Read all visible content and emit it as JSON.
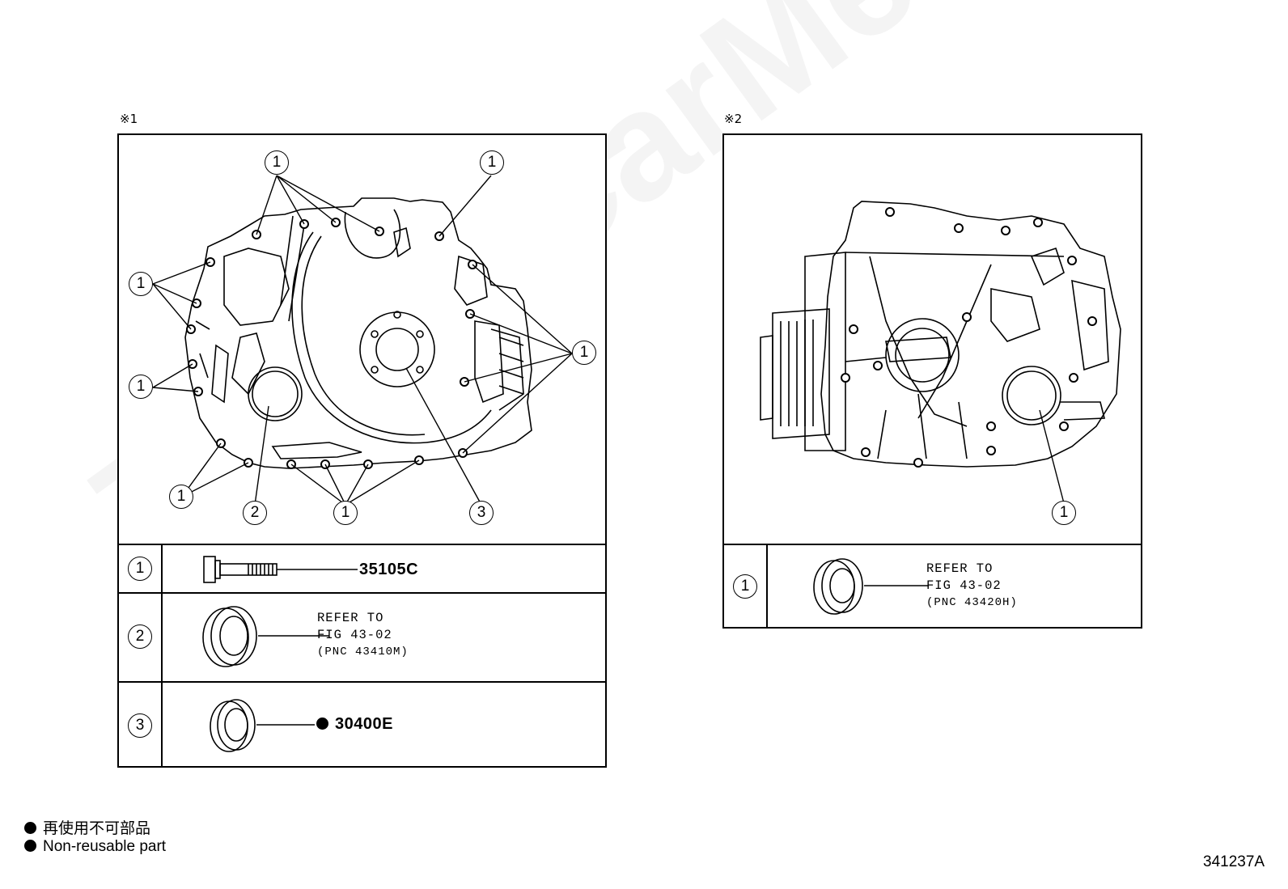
{
  "watermark": "ToyotaCarMe.ru",
  "diagram1": {
    "marker": "※1",
    "callouts": [
      "1",
      "1",
      "1",
      "1",
      "1",
      "1",
      "1",
      "1",
      "2",
      "1",
      "3"
    ],
    "rows": [
      {
        "num": "1",
        "part_number": "35105C"
      },
      {
        "num": "2",
        "ref_line1": "REFER TO",
        "ref_line2": "FIG 43-02",
        "ref_line3": "(PNC 43410M)"
      },
      {
        "num": "3",
        "part_number": "30400E",
        "non_reusable": true
      }
    ]
  },
  "diagram2": {
    "marker": "※2",
    "callouts": [
      "1"
    ],
    "rows": [
      {
        "num": "1",
        "ref_line1": "REFER TO",
        "ref_line2": "FIG 43-02",
        "ref_line3": "(PNC 43420H)"
      }
    ]
  },
  "legend": {
    "jp": "再使用不可部品",
    "en": "Non-reusable part"
  },
  "figure_id": "341237A"
}
